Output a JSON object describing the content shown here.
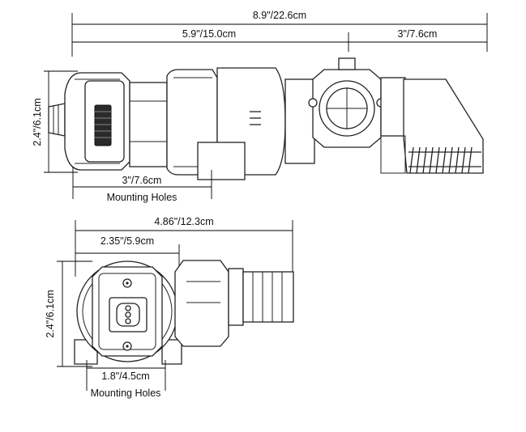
{
  "side_view": {
    "overall_length": "8.9\"/22.6cm",
    "body_length": "5.9\"/15.0cm",
    "outlet_length": "3\"/7.6cm",
    "height": "2.4\"/6.1cm",
    "mounting_spacing": "3\"/7.6cm",
    "mounting_label": "Mounting Holes"
  },
  "end_view": {
    "overall_length": "4.86\"/12.3cm",
    "center_length": "2.35\"/5.9cm",
    "height": "2.4\"/6.1cm",
    "mounting_spacing": "1.8\"/4.5cm",
    "mounting_label": "Mounting Holes"
  }
}
